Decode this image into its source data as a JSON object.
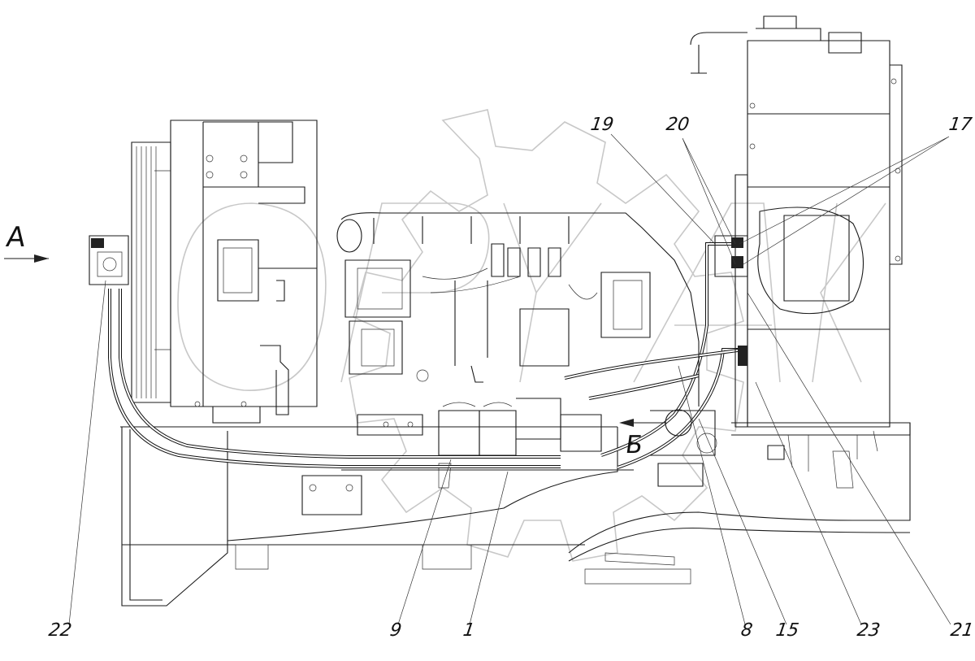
{
  "view_labels": {
    "view_a": "А",
    "view_b": "Б"
  },
  "callouts": [
    {
      "id": "c22",
      "text": "22"
    },
    {
      "id": "c9",
      "text": "9"
    },
    {
      "id": "c1",
      "text": "1"
    },
    {
      "id": "c8",
      "text": "8"
    },
    {
      "id": "c15",
      "text": "15"
    },
    {
      "id": "c23",
      "text": "23"
    },
    {
      "id": "c21",
      "text": "21"
    },
    {
      "id": "c19",
      "text": "19"
    },
    {
      "id": "c20",
      "text": "20"
    },
    {
      "id": "c17",
      "text": "17"
    }
  ],
  "colors": {
    "line": "#1a1a1a",
    "watermark": "#c8c8c8",
    "background": "#ffffff"
  }
}
